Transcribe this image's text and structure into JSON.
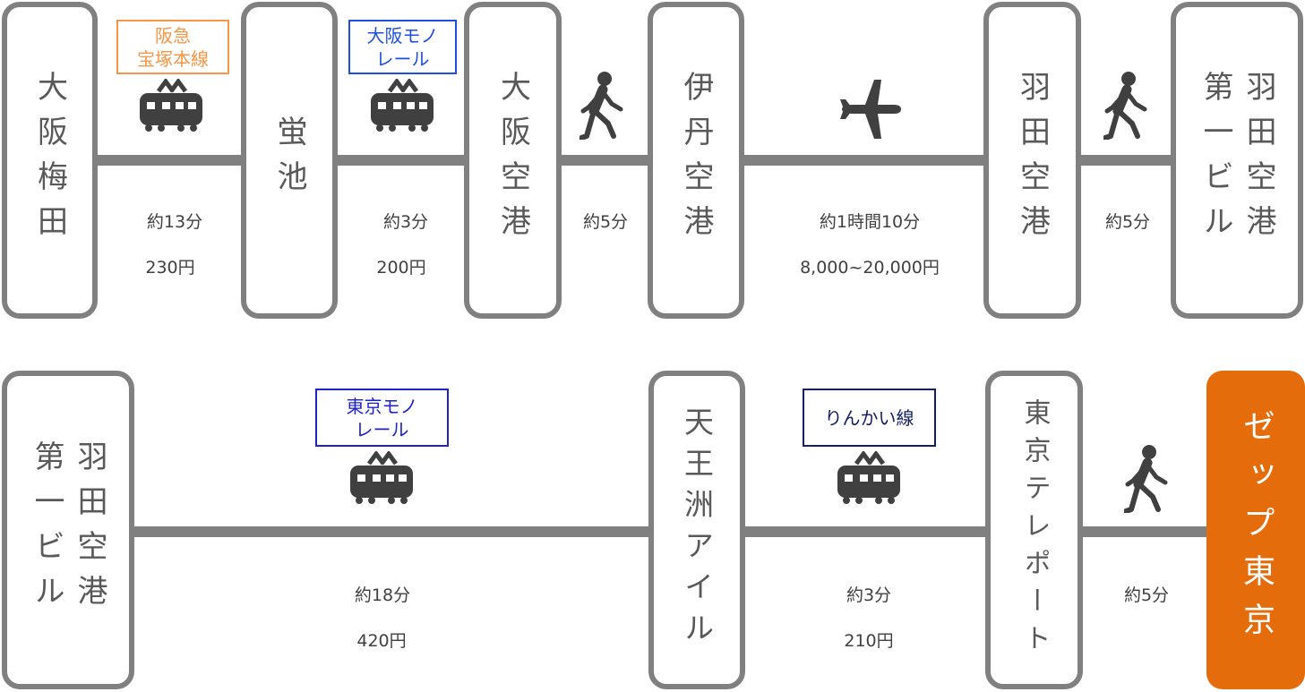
{
  "colors": {
    "line": "#808080",
    "station_border": "#808080",
    "station_text": "#595959",
    "destination_fill": "#e46c0a",
    "hankyu_label": "#f79646",
    "osaka_monorail_label": "#1f4fe0",
    "tokyo_monorail_label": "#1e22c8",
    "rinkai_label": "#141e64",
    "icon": "#404040"
  },
  "row1": {
    "stations": [
      {
        "id": "umeda",
        "columns": [
          "大阪梅田"
        ]
      },
      {
        "id": "hotarugaike",
        "columns": [
          "蛍池"
        ]
      },
      {
        "id": "osaka-airport",
        "columns": [
          "大阪空港"
        ]
      },
      {
        "id": "itami-airport",
        "columns": [
          "伊丹空港"
        ]
      },
      {
        "id": "haneda-airport",
        "columns": [
          "羽田空港"
        ]
      },
      {
        "id": "haneda-t1",
        "columns": [
          "羽田空港",
          "第一ビル"
        ]
      }
    ],
    "segments": [
      {
        "icon": "train-icon",
        "line_label": "阪急\n宝塚本線",
        "time": "約13分",
        "fare": "230円"
      },
      {
        "icon": "train-icon",
        "line_label": "大阪モノ\nレール",
        "time": "約3分",
        "fare": "200円"
      },
      {
        "icon": "walking-person-icon",
        "time": "約5分"
      },
      {
        "icon": "airplane-icon",
        "time": "約1時間10分",
        "fare": "8,000~20,000円"
      },
      {
        "icon": "walking-person-icon",
        "time": "約5分"
      }
    ]
  },
  "row2": {
    "stations": [
      {
        "id": "haneda-t1",
        "columns": [
          "羽田空港",
          "第一ビル"
        ]
      },
      {
        "id": "tennozu-isle",
        "columns": [
          "天王洲アイル"
        ]
      },
      {
        "id": "tokyo-teleport",
        "columns": [
          "東京テレポート"
        ]
      },
      {
        "id": "zepp-tokyo",
        "columns": [
          "ゼップ東京"
        ],
        "destination": true
      }
    ],
    "segments": [
      {
        "icon": "train-icon",
        "line_label": "東京モノ\nレール",
        "time": "約18分",
        "fare": "420円"
      },
      {
        "icon": "train-icon",
        "line_label": "りんかい線",
        "time": "約3分",
        "fare": "210円"
      },
      {
        "icon": "walking-person-icon",
        "time": "約5分"
      }
    ]
  }
}
